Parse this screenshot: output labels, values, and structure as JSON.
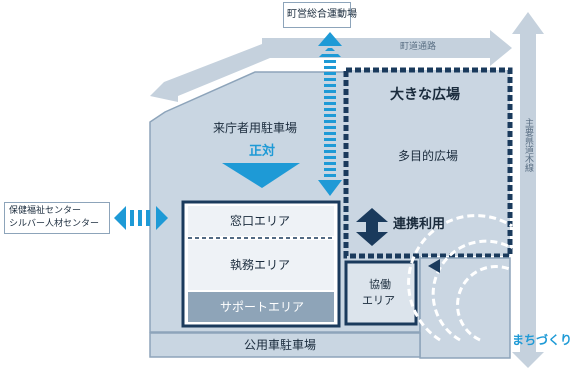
{
  "labels": {
    "sports_ground": "町営総合運動場",
    "town_road": "町道通路",
    "prefectural_road": "主要県道木線",
    "visitor_parking": "来庁者用駐車場",
    "facing": "正対",
    "big_plaza": "大きな広場",
    "multi_plaza": "多目的広場",
    "linked_use": "連携利用",
    "welfare_line1": "保健福祉センター",
    "welfare_line2": "シルバー人材センター",
    "window_area": "窓口エリア",
    "office_area": "執務エリア",
    "support_area": "サポートエリア",
    "collab_line1": "協働",
    "collab_line2": "エリア",
    "public_parking": "公用車駐車場",
    "town_making": "まちづくり"
  },
  "colors": {
    "site_fill": "#c9d6e2",
    "site_stroke": "#8da4ba",
    "gray_arrow": "#c5d1dd",
    "blue_accent": "#1e9ad6",
    "dark_navy": "#1a3a5c",
    "support_fill": "#8ea4b8",
    "text_dark": "#1a2b3c"
  }
}
